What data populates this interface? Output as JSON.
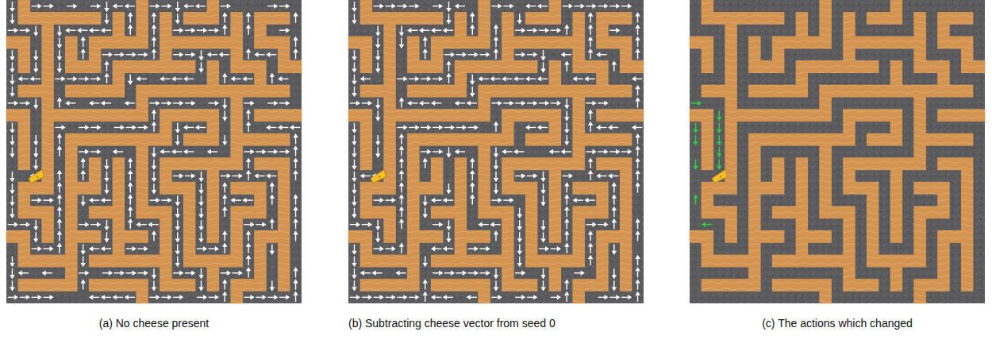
{
  "diagram": {
    "labels": [
      "(a) No cheese present",
      "(b) Subtracting cheese vector from seed 0",
      "(c) The actions which changed"
    ]
  }
}
